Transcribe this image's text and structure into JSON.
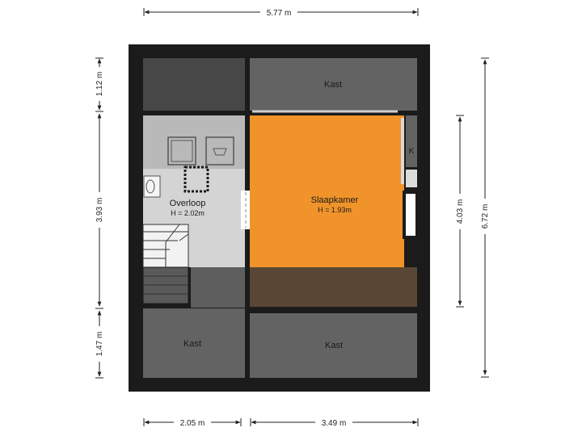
{
  "colors": {
    "wall": "#1b1b1b",
    "storage": "#636363",
    "storage_dark": "#474747",
    "landing": "#d4d4d4",
    "bedroom": "#f0932b",
    "bedroom_shadow": "#5a4634",
    "dimension": "#222222"
  },
  "dimensions": {
    "top_width": "5.77 m",
    "bottom_left_width": "2.05 m",
    "bottom_right_width": "3.49 m",
    "left_top": "1.12 m",
    "left_middle": "3.93 m",
    "left_bottom": "1.47 m",
    "right_inner": "4.03 m",
    "right_outer": "6.72 m"
  },
  "rooms": {
    "kast_top": {
      "label": "Kast"
    },
    "kast_bottom_left": {
      "label": "Kast"
    },
    "kast_bottom_right": {
      "label": "Kast"
    },
    "kast_small": {
      "label": "K"
    },
    "overloop": {
      "label": "Overloop",
      "height": "H = 2.02m"
    },
    "slaapkamer": {
      "label": "Slaapkamer",
      "height": "H = 1.93m"
    }
  }
}
